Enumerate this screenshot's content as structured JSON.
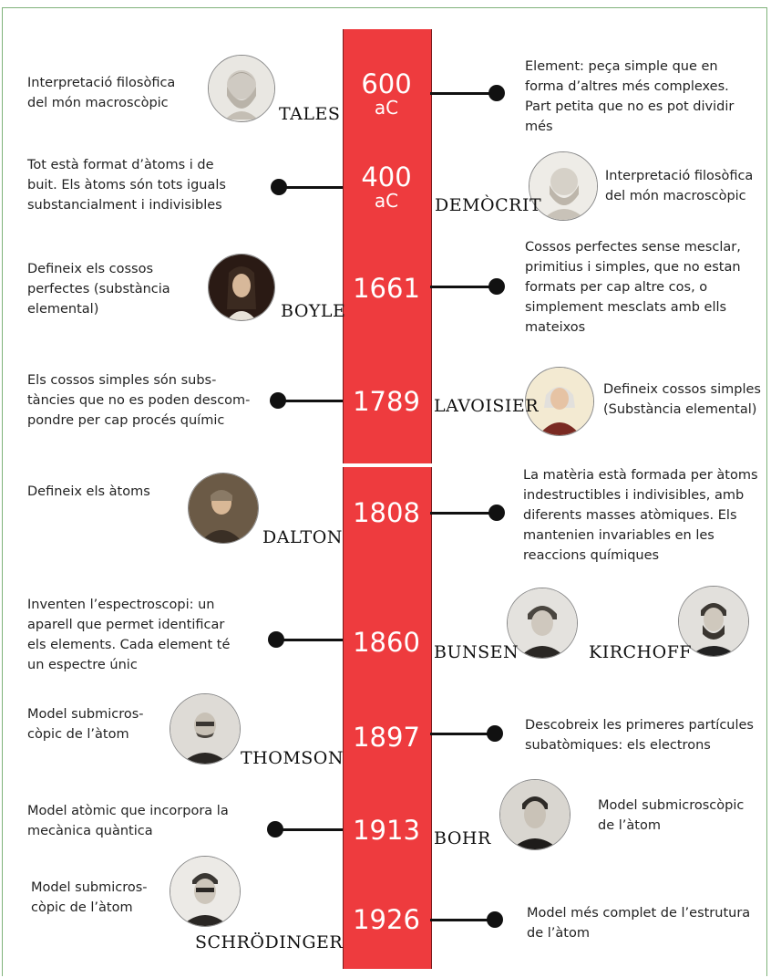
{
  "entries": [
    {
      "year": "600",
      "year_sub": "aC",
      "left": "Interpretació filosòfica\ndel món macroscòpic",
      "right": "Element: peça simple que en\nforma d’altres més complexes.\nPart petita que no es pot dividir\nmés",
      "name": "TALES"
    },
    {
      "year": "400",
      "year_sub": "aC",
      "left": "Tot està format d’àtoms i de\nbuit. Els àtoms són tots iguals\nsubstancialment i indivisibles",
      "right": "Interpretació filosòfica\ndel món macroscòpic",
      "name": "DEMÒCRIT"
    },
    {
      "year": "1661",
      "left": "Defineix els cossos\nperfectes (substància\nelemental)",
      "right": "Cossos perfectes sense mesclar,\nprimitius i simples, que no estan\nformats per cap altre cos, o\nsimplement mesclats amb ells\nmateixos",
      "name": "BOYLE"
    },
    {
      "year": "1789",
      "left": "Els cossos simples són subs-\ntàncies que no es poden descom-\npondre per cap procés químic",
      "right": "Defineix cossos simples\n(Substància elemental)",
      "name": "LAVOISIER"
    },
    {
      "year": "1808",
      "left": "Defineix els àtoms",
      "right": "La matèria està formada per àtoms\nindestructibles i indivisibles, amb\ndiferents masses atòmiques. Els\nmantenien invariables en les\nreaccions químiques",
      "name": "DALTON"
    },
    {
      "year": "1860",
      "left": "Inventen l’espectroscopi: un\naparell que permet identificar\nels elements. Cada element té\nun espectre únic",
      "name": "BUNSEN",
      "name2": "KIRCHOFF"
    },
    {
      "year": "1897",
      "left": "Model submicros-\ncòpic de l’àtom",
      "right": "Descobreix les primeres partícules\nsubatòmiques: els electrons",
      "name": "THOMSON"
    },
    {
      "year": "1913",
      "left": "Model atòmic que incorpora la\nmecànica quàntica",
      "right": "Model submicroscòpic\nde l’àtom",
      "name": "BOHR"
    },
    {
      "year": "1926",
      "left": "Model submicros-\ncòpic de l’àtom",
      "right": "Model més complet de l’estrutura\nde l’àtom",
      "name": "SCHRÖDINGER"
    }
  ],
  "colors": {
    "bar": "#ee3b3e",
    "frame": "#7fb27a",
    "text": "#222222"
  }
}
